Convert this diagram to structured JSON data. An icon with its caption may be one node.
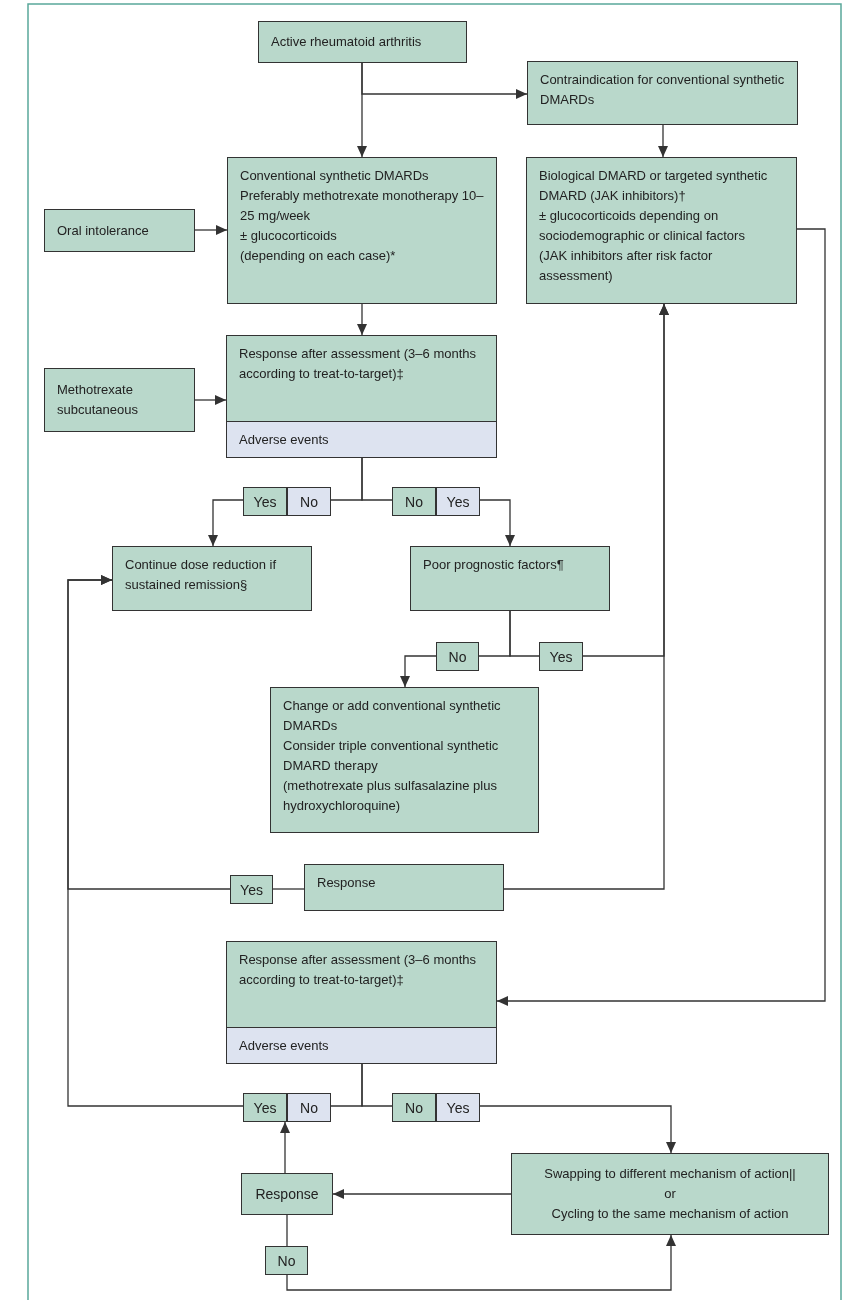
{
  "diagram": {
    "nodes": [
      {
        "text": [
          "Active rheumatoid arthritis"
        ]
      },
      {
        "text": [
          "Contraindication for conventional synthetic DMARDs"
        ]
      },
      {
        "text": [
          "Oral intolerance"
        ]
      },
      {
        "text": [
          "Conventional synthetic DMARDs",
          "Preferably methotrexate monotherapy 10–25 mg/week",
          "± glucocorticoids",
          "(depending on each case)*"
        ]
      },
      {
        "text": [
          "Biological DMARD or targeted synthetic DMARD (JAK inhibitors)†",
          "± glucocorticoids depending on sociodemographic or clinical factors",
          "(JAK inhibitors after risk factor assessment)"
        ]
      },
      {
        "text": [
          "Methotrexate subcutaneous"
        ]
      },
      {
        "text": [
          "Response after assessment (3–6 months according to treat-to-target)‡",
          "Adverse events"
        ]
      },
      {
        "text": [
          "Yes"
        ]
      },
      {
        "text": [
          "No"
        ]
      },
      {
        "text": [
          "No"
        ]
      },
      {
        "text": [
          "Yes"
        ]
      },
      {
        "text": [
          "Continue dose reduction if sustained remission§"
        ]
      },
      {
        "text": [
          "Poor prognostic factors¶"
        ]
      },
      {
        "text": [
          "No"
        ]
      },
      {
        "text": [
          "Yes"
        ]
      },
      {
        "text": [
          "Change or add conventional synthetic DMARDs",
          "Consider triple conventional synthetic DMARD therapy",
          "(methotrexate plus sulfasalazine plus hydroxychloroquine)"
        ]
      },
      {
        "text": [
          "Yes"
        ]
      },
      {
        "text": [
          "Response"
        ]
      },
      {
        "text": [
          "Response after assessment (3–6 months according to treat-to-target)‡",
          "Adverse events"
        ]
      },
      {
        "text": [
          "Yes"
        ]
      },
      {
        "text": [
          "No"
        ]
      },
      {
        "text": [
          "No"
        ]
      },
      {
        "text": [
          "Yes"
        ]
      },
      {
        "text": [
          "Response"
        ]
      },
      {
        "text": [
          "Swapping to different mechanism of action||",
          "or",
          "Cycling to the same mechanism of action"
        ]
      },
      {
        "text": [
          "No"
        ]
      }
    ],
    "edges": [
      {
        "from": 0,
        "to": 3,
        "arrow": "to"
      },
      {
        "from": 0,
        "to": 1,
        "arrow": "to"
      },
      {
        "from": 1,
        "to": 4,
        "arrow": "to"
      },
      {
        "from": 2,
        "to": 3,
        "arrow": "to"
      },
      {
        "from": 3,
        "to": 6,
        "arrow": "to"
      },
      {
        "from": 5,
        "to": 6,
        "arrow": "to"
      },
      {
        "from": 6,
        "to": 8,
        "arrow": "none"
      },
      {
        "from": 6,
        "to": 9,
        "arrow": "none"
      },
      {
        "from": 7,
        "to": 11,
        "arrow": "to"
      },
      {
        "from": 10,
        "to": 12,
        "arrow": "to"
      },
      {
        "from": 12,
        "to": 13,
        "arrow": "none"
      },
      {
        "from": 12,
        "to": 14,
        "arrow": "none"
      },
      {
        "from": 13,
        "to": 15,
        "arrow": "to"
      },
      {
        "from": 14,
        "to": 4,
        "arrow": "to"
      },
      {
        "from": 17,
        "to": 16,
        "arrow": "none"
      },
      {
        "from": 16,
        "to": 11,
        "arrow": "to"
      },
      {
        "from": 17,
        "to": 4,
        "arrow": "to"
      },
      {
        "from": 4,
        "to": 18,
        "arrow": "to"
      },
      {
        "from": 18,
        "to": 20,
        "arrow": "none"
      },
      {
        "from": 18,
        "to": 21,
        "arrow": "none"
      },
      {
        "from": 19,
        "to": 11,
        "arrow": "to"
      },
      {
        "from": 22,
        "to": 24,
        "arrow": "to"
      },
      {
        "from": 24,
        "to": 23,
        "arrow": "to"
      },
      {
        "from": 23,
        "to": 19,
        "arrow": "to"
      },
      {
        "from": 23,
        "to": 25,
        "arrow": "none"
      },
      {
        "from": 25,
        "to": 24,
        "arrow": "to"
      }
    ]
  }
}
